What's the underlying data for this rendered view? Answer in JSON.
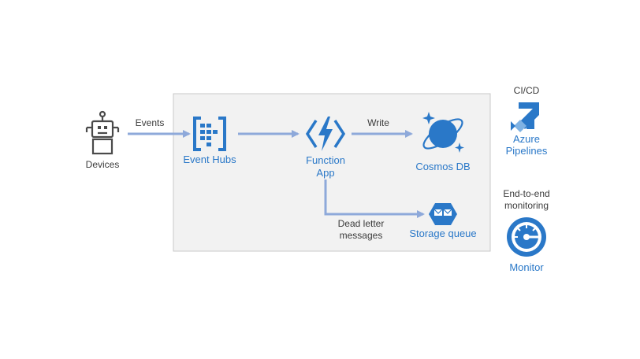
{
  "devices": {
    "label": "Devices"
  },
  "event_hubs": {
    "label": "Event Hubs"
  },
  "function_app": {
    "label_line1": "Function",
    "label_line2": "App"
  },
  "cosmos_db": {
    "label": "Cosmos DB"
  },
  "storage_queue": {
    "label": "Storage queue"
  },
  "azure_pipelines": {
    "caption": "CI/CD",
    "label_line1": "Azure",
    "label_line2": "Pipelines"
  },
  "monitor": {
    "caption_line1": "End-to-end",
    "caption_line2": "monitoring",
    "label": "Monitor"
  },
  "edges": {
    "events": "Events",
    "write": "Write",
    "dead_letter_line1": "Dead letter",
    "dead_letter_line2": "messages"
  },
  "colors": {
    "accent": "#2a78c8",
    "arrow": "#8ea9da",
    "container_fill": "#f2f2f2",
    "container_stroke": "#c8c8c8",
    "text": "#3b3b3b"
  }
}
